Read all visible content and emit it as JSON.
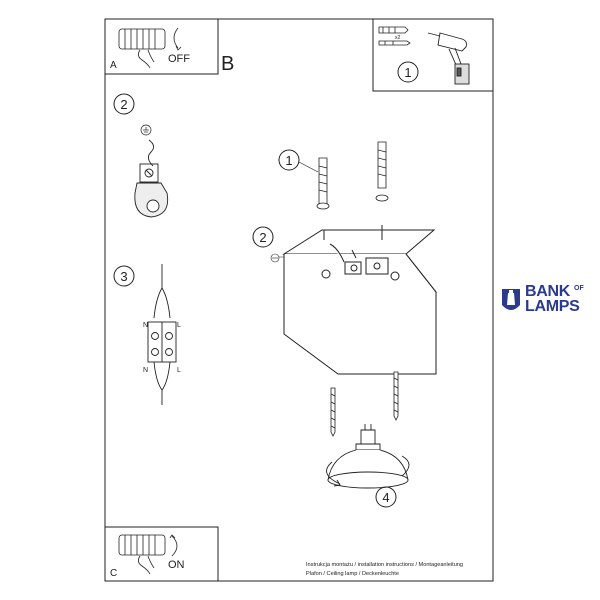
{
  "panel_a": {
    "letter": "A",
    "switch_text": "OFF"
  },
  "panel_b": {
    "letter": "B"
  },
  "panel_c": {
    "letter": "C",
    "switch_text": "ON"
  },
  "tools": {
    "quantity": "x2",
    "step": "1"
  },
  "steps": {
    "ground": "2",
    "wiring": "3",
    "mount_screws": "1",
    "mount_ground": "2",
    "bulb": "4"
  },
  "terminal_labels": {
    "left_top": "N",
    "right_top": "L",
    "left_bottom": "N",
    "right_bottom": "L"
  },
  "footer": {
    "line1": "Instrukcja montażu / installation instructions / Montageanleitung",
    "line2": "Plafon / Ceiling lamp / Deckenleuchte"
  },
  "brand": {
    "word1": "BANK",
    "word2": "LAMPS",
    "of": "OF",
    "color": "#2a3a8c"
  },
  "line_color": "#1a1a1a"
}
